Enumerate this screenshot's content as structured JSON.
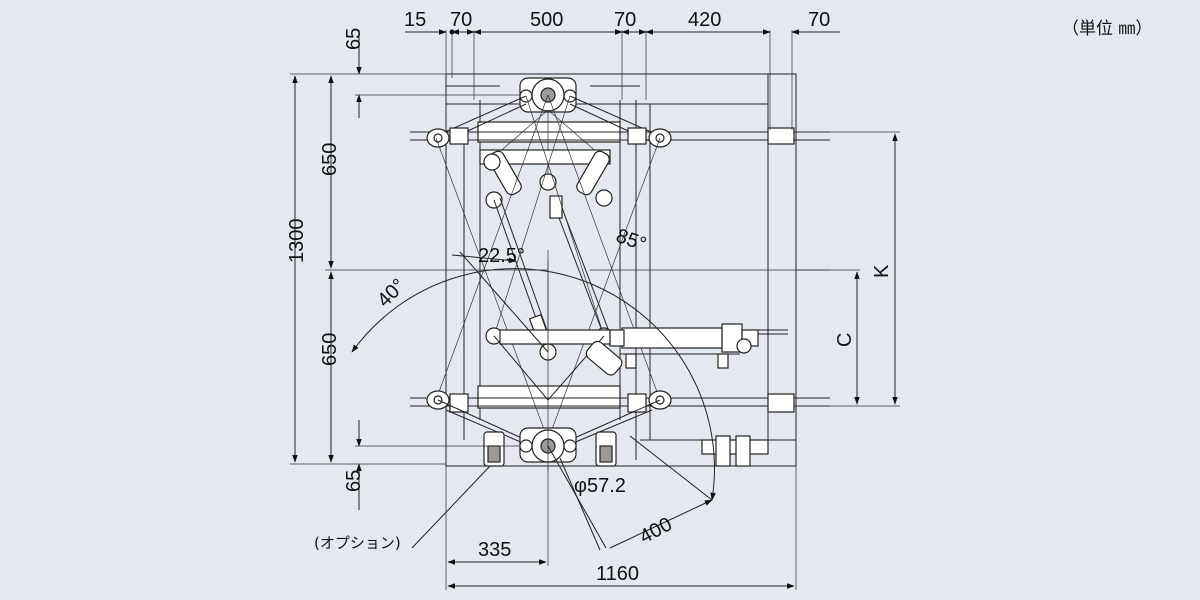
{
  "unit_label": "（単位 ㎜）",
  "option_label": "(オプション)",
  "dims": {
    "top": [
      "15",
      "70",
      "500",
      "70",
      "420",
      "70"
    ],
    "left": [
      "65",
      "650",
      "1300",
      "650",
      "65"
    ],
    "bottom_335": "335",
    "bottom_1160": "1160",
    "diameter": "φ57.2",
    "radius_400": "400",
    "angle_22_5": "22.5°",
    "angle_40": "40°",
    "angle_85": "85°",
    "c_label": "C",
    "k_label": "K"
  }
}
